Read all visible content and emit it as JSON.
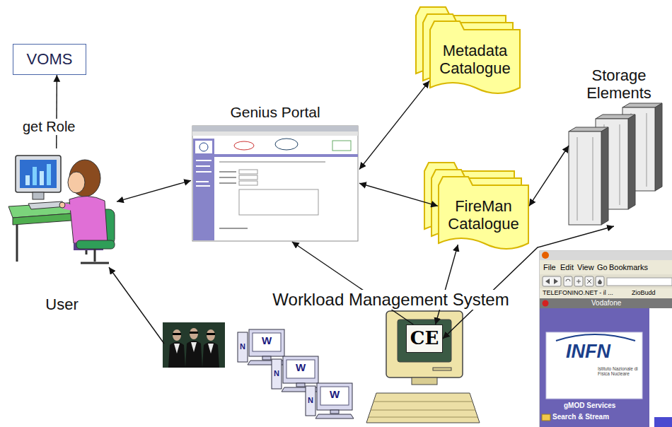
{
  "diagram": {
    "nodes": [
      {
        "text": [
          "VOMS"
        ]
      },
      {
        "text": [
          "User"
        ]
      },
      {
        "text": [
          "Genius Portal"
        ]
      },
      {
        "text": [
          "Metadata Catalogue"
        ]
      },
      {
        "text": [
          "FireMan Catalogue"
        ]
      },
      {
        "text": [
          "Storage Elements"
        ]
      },
      {
        "text": [
          "Workload Management System"
        ]
      },
      {
        "text": [
          "CE"
        ],
        "in": 6
      }
    ],
    "edges": [
      {
        "from": 1,
        "to": 0,
        "arrow": "to",
        "label": "get Role"
      },
      {
        "from": 1,
        "to": 2,
        "arrow": "both"
      },
      {
        "from": 2,
        "to": 3,
        "arrow": "both"
      },
      {
        "from": 2,
        "to": 4,
        "arrow": "both"
      },
      {
        "from": 4,
        "to": 5,
        "arrow": "both"
      },
      {
        "from": 7,
        "to": 2,
        "arrow": "to"
      },
      {
        "from": 7,
        "to": 4,
        "arrow": "both"
      },
      {
        "from": 7,
        "to": 5,
        "arrow": "both"
      }
    ],
    "labels": [
      "W",
      "N",
      "W",
      "N",
      "W",
      "N",
      "File",
      "Edit",
      "View",
      "Go",
      "Bookmarks",
      "TELEFONINO.NET - il ...",
      "ZioBudd",
      "Vodafone",
      "INFN",
      "Istituto Nazionale di Fisica Nucleare",
      "gMOD Services",
      "Search & Stream"
    ]
  }
}
